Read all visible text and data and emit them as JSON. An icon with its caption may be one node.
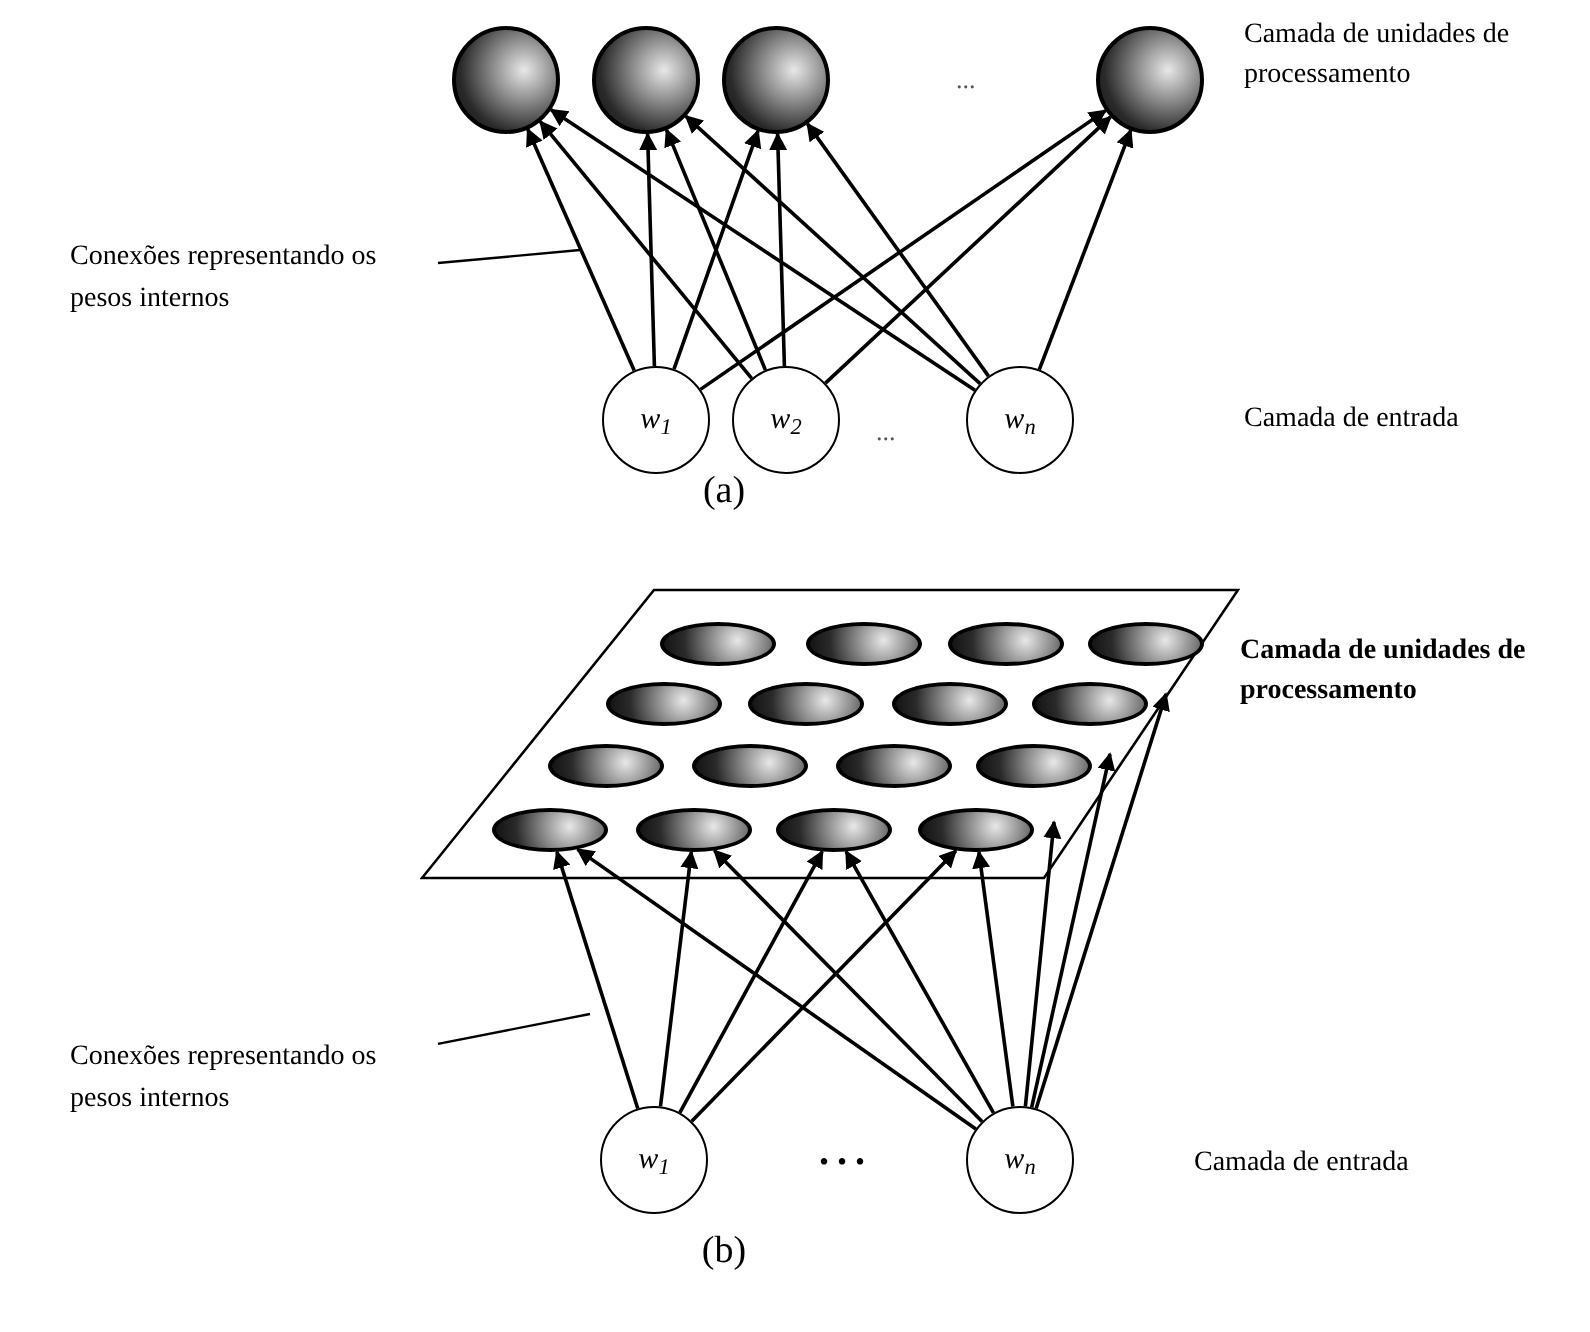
{
  "diagram": {
    "nodes": [
      {
        "text": [],
        "shape": "circle"
      },
      {
        "text": [],
        "shape": "circle"
      },
      {
        "text": [],
        "shape": "circle"
      },
      {
        "text": [],
        "shape": "circle"
      },
      {
        "text": [
          "w$_{1}$"
        ]
      },
      {
        "text": [
          "w$_{2}$"
        ]
      },
      {
        "text": [
          "w$_{n}$"
        ]
      },
      {
        "text": [
          "Conexões representando os pesos internos"
        ]
      },
      {
        "text": [],
        "shape": "parallelogram"
      },
      {
        "text": [],
        "shape": "ellipse",
        "in": 8
      },
      {
        "text": [],
        "shape": "ellipse",
        "in": 8
      },
      {
        "text": [],
        "shape": "ellipse",
        "in": 8
      },
      {
        "text": [],
        "shape": "ellipse",
        "in": 8
      },
      {
        "text": [],
        "shape": "ellipse",
        "in": 8
      },
      {
        "text": [],
        "shape": "ellipse",
        "in": 8
      },
      {
        "text": [],
        "shape": "ellipse",
        "in": 8
      },
      {
        "text": [],
        "shape": "ellipse",
        "in": 8
      },
      {
        "text": [],
        "shape": "ellipse",
        "in": 8
      },
      {
        "text": [],
        "shape": "ellipse",
        "in": 8
      },
      {
        "text": [],
        "shape": "ellipse",
        "in": 8
      },
      {
        "text": [],
        "shape": "ellipse",
        "in": 8
      },
      {
        "text": [],
        "shape": "ellipse",
        "in": 8
      },
      {
        "text": [],
        "shape": "ellipse",
        "in": 8
      },
      {
        "text": [],
        "shape": "ellipse",
        "in": 8
      },
      {
        "text": [],
        "shape": "ellipse",
        "in": 8
      },
      {
        "text": [
          "w$_{1}$"
        ]
      },
      {
        "text": [
          "w$_{n}$"
        ]
      },
      {
        "text": [
          "Conexões representando os pesos internos"
        ]
      }
    ],
    "edges": [
      {
        "from": 4,
        "to": 0,
        "arrow": "to"
      },
      {
        "from": 4,
        "to": 1,
        "arrow": "to"
      },
      {
        "from": 4,
        "to": 2,
        "arrow": "to"
      },
      {
        "from": 4,
        "to": 3,
        "arrow": "to"
      },
      {
        "from": 5,
        "to": 0,
        "arrow": "to"
      },
      {
        "from": 5,
        "to": 1,
        "arrow": "to"
      },
      {
        "from": 5,
        "to": 2,
        "arrow": "to"
      },
      {
        "from": 5,
        "to": 3,
        "arrow": "to"
      },
      {
        "from": 6,
        "to": 0,
        "arrow": "to"
      },
      {
        "from": 6,
        "to": 1,
        "arrow": "to"
      },
      {
        "from": 6,
        "to": 2,
        "arrow": "to"
      },
      {
        "from": 6,
        "to": 3,
        "arrow": "to"
      },
      {
        "from": 7,
        "to": null,
        "arrow": "none"
      },
      {
        "from": 25,
        "to": 21,
        "arrow": "to"
      },
      {
        "from": 25,
        "to": 22,
        "arrow": "to"
      },
      {
        "from": 25,
        "to": 23,
        "arrow": "to"
      },
      {
        "from": 25,
        "to": 24,
        "arrow": "to"
      },
      {
        "from": 26,
        "to": 21,
        "arrow": "to"
      },
      {
        "from": 26,
        "to": 22,
        "arrow": "to"
      },
      {
        "from": 26,
        "to": 23,
        "arrow": "to"
      },
      {
        "from": 26,
        "to": 24,
        "arrow": "to"
      },
      {
        "from": 26,
        "to": 20,
        "arrow": "to"
      },
      {
        "from": 26,
        "to": 16,
        "arrow": "to"
      },
      {
        "from": 26,
        "to": 12,
        "arrow": "to"
      },
      {
        "from": 27,
        "to": null,
        "arrow": "none"
      }
    ],
    "labels": [
      "...",
      "Camada de unidades de processamento",
      "...",
      "Camada de entrada",
      "(a)",
      "Camada de unidades de processamento",
      "...",
      "Camada de entrada",
      "(b)"
    ]
  }
}
